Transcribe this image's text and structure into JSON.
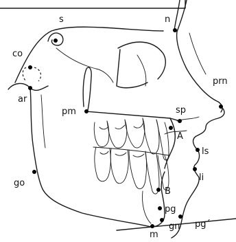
{
  "landmarks": [
    {
      "id": "s",
      "label": "s"
    },
    {
      "id": "n",
      "label": "n"
    },
    {
      "id": "co",
      "label": "co"
    },
    {
      "id": "ar",
      "label": "ar"
    },
    {
      "id": "prn",
      "label": "prn"
    },
    {
      "id": "pm",
      "label": "pm"
    },
    {
      "id": "sp",
      "label": "sp"
    },
    {
      "id": "A",
      "label": "A"
    },
    {
      "id": "ls",
      "label": "ls"
    },
    {
      "id": "li",
      "label": "li"
    },
    {
      "id": "go",
      "label": "go"
    },
    {
      "id": "B",
      "label": "B"
    },
    {
      "id": "pg",
      "label": "pg"
    },
    {
      "id": "pg_soft",
      "label": "pg´"
    },
    {
      "id": "gn",
      "label": "gn"
    },
    {
      "id": "m",
      "label": "m"
    }
  ],
  "colors": {
    "ink": "#1a1a1a",
    "point": "#000000",
    "background": "#ffffff"
  }
}
